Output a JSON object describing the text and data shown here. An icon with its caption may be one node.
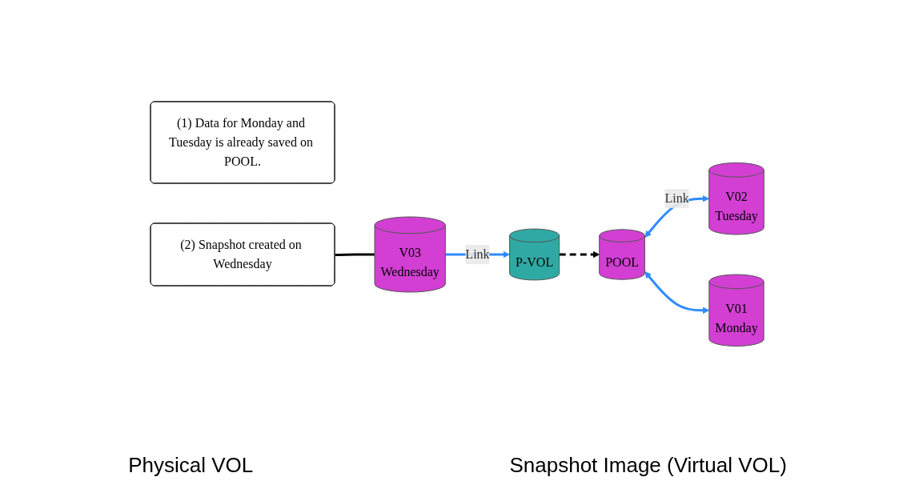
{
  "diagram": {
    "nodes": [
      {
        "text": [
          "P-VOL"
        ]
      },
      {
        "text": [
          "POOL"
        ]
      },
      {
        "text": [
          "V03",
          "Wednesday"
        ]
      },
      {
        "text": [
          "V02",
          "Tuesday"
        ]
      },
      {
        "text": [
          "V01",
          "Monday"
        ]
      },
      {
        "text": [
          "(1) Data for Monday and Tuesday is already saved on POOL."
        ]
      },
      {
        "text": [
          "(2) Snapshot created on Wednesday"
        ]
      }
    ],
    "edges": [
      {
        "from": 0,
        "to": 1,
        "arrow": "to",
        "style": "dashed",
        "color": "#000000"
      },
      {
        "from": 2,
        "to": 0,
        "arrow": "to",
        "label": "Link"
      },
      {
        "from": 1,
        "to": 3,
        "arrow": "both",
        "label": "Link"
      },
      {
        "from": 1,
        "to": 4,
        "arrow": "both"
      },
      {
        "from": 6,
        "to": 2,
        "arrow": "none",
        "color": "#000000"
      }
    ],
    "labels": [
      "Physical VOL",
      "Snapshot Image (Virtual VOL)"
    ]
  }
}
